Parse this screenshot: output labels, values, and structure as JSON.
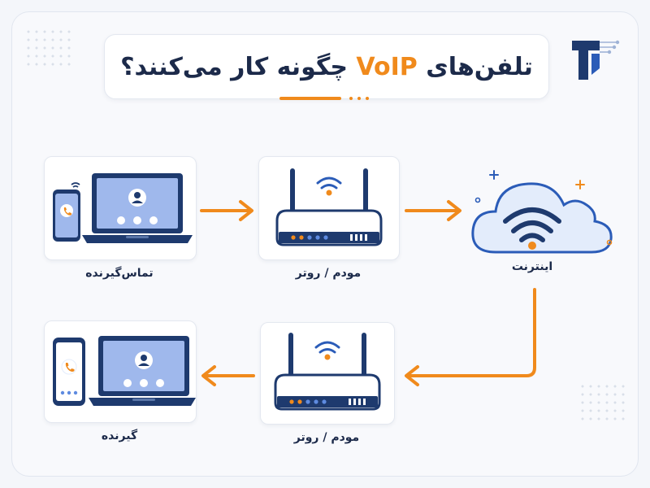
{
  "header": {
    "title_part1": "تلفن‌های",
    "title_highlight": "VoIP",
    "title_part2": "چگونه کار می‌کنند؟"
  },
  "nodes": {
    "caller": "تماس‌گیرنده",
    "modem_top": "مودم / روتر",
    "internet": "اینترنت",
    "modem_bottom": "مودم / روتر",
    "receiver": "گیرنده"
  },
  "colors": {
    "accent": "#f08a1c",
    "navy": "#1e3a6e",
    "screen_blue": "#9fb8ec",
    "text": "#1c2a4a"
  }
}
